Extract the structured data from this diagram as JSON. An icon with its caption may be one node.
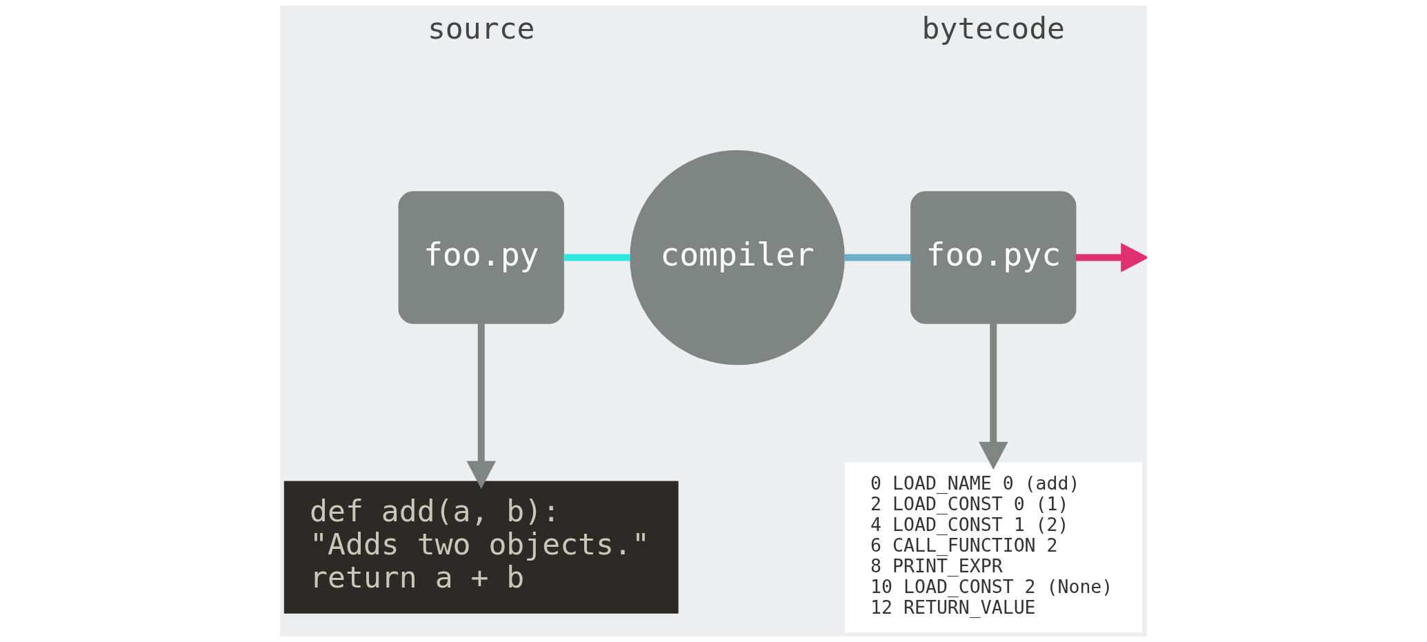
{
  "diagram": {
    "nodes": [
      {
        "text": [
          "foo.py"
        ]
      },
      {
        "text": [
          "compiler"
        ]
      },
      {
        "text": [
          "foo.pyc"
        ]
      },
      {
        "text": [
          "def add(a, b):",
          "\"Adds two objects.\"",
          "return a + b"
        ]
      },
      {
        "text": [
          "0 LOAD_NAME 0 (add)",
          "2 LOAD_CONST 0 (1)",
          "4 LOAD_CONST 1 (2)",
          "6 CALL_FUNCTION 2",
          "8 PRINT_EXPR",
          "10 LOAD_CONST 2 (None)",
          "12 RETURN_VALUE"
        ]
      }
    ],
    "edges": [
      {
        "from": 0,
        "to": 1,
        "arrow": "none",
        "color": "#2ee8e0"
      },
      {
        "from": 1,
        "to": 2,
        "arrow": "none",
        "color": "#6aaec8"
      },
      {
        "from": 2,
        "to": null,
        "arrow": "to",
        "color": "#e0306e"
      },
      {
        "from": 0,
        "to": 3,
        "arrow": "to"
      },
      {
        "from": 2,
        "to": 4,
        "arrow": "to"
      }
    ],
    "labels": [
      "source",
      "bytecode"
    ]
  }
}
